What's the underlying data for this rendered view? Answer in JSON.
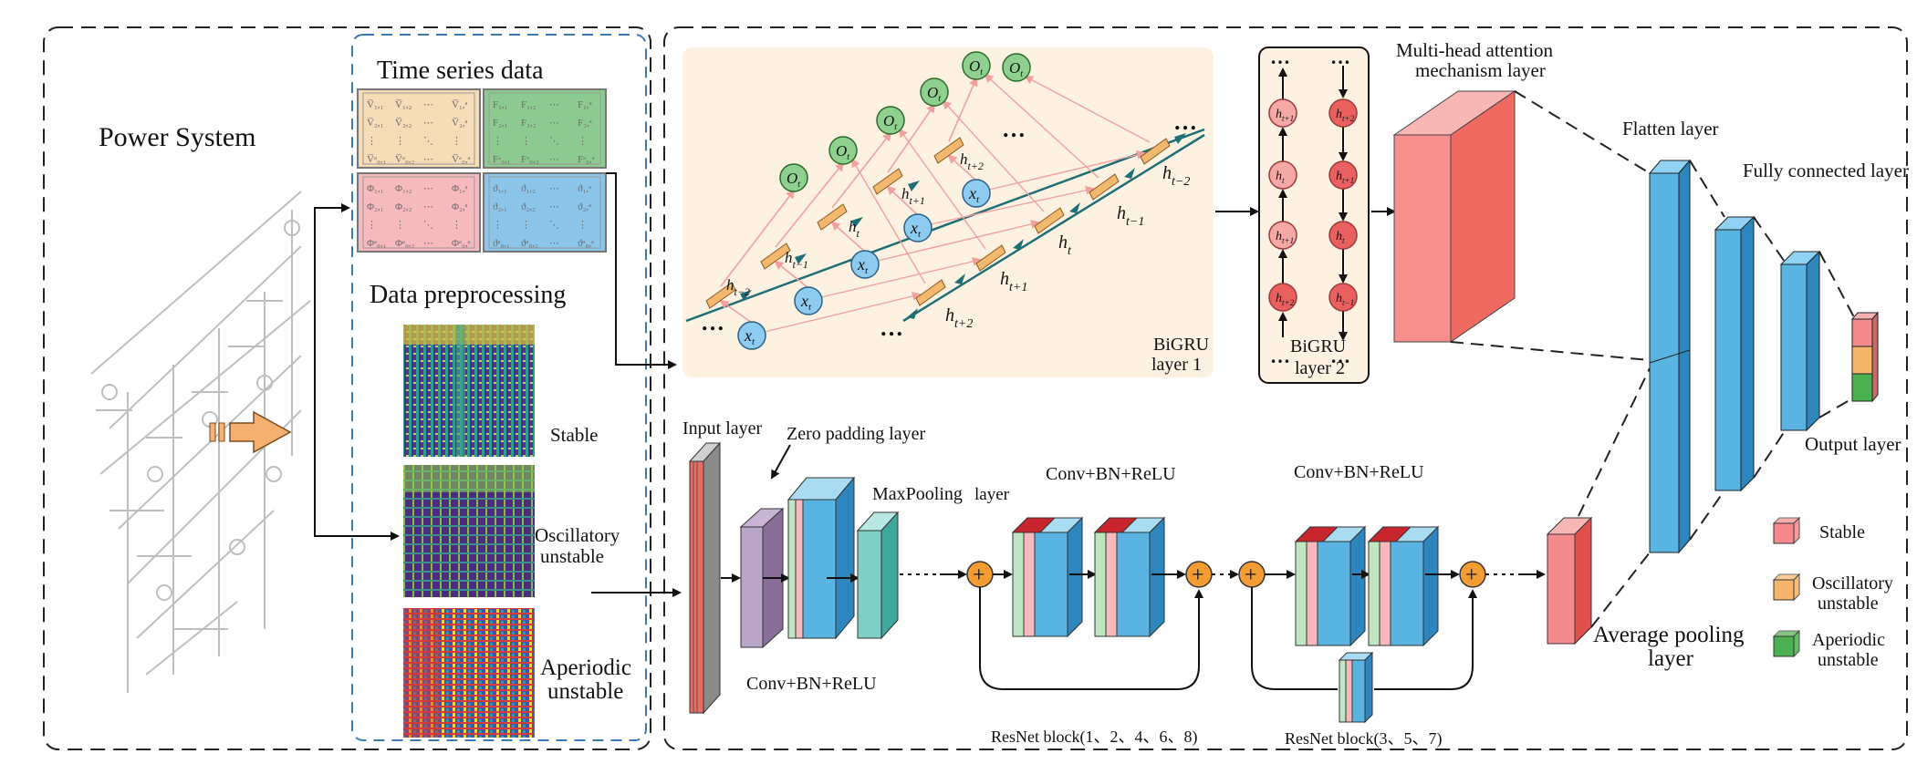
{
  "power_system": {
    "title": "Power System"
  },
  "time_series": {
    "title": "Time series data",
    "matrices": [
      {
        "id": "orange",
        "color": "#f6dcb7",
        "cells": [
          [
            "V̅₁,₁",
            "V̅₁,₂",
            "⋯",
            "V̅₁,ᵃ"
          ],
          [
            "V̅₂,₁",
            "V̅₂,₂",
            "⋯",
            "V̅₂,ᵃ"
          ],
          [
            "⋮",
            "⋮",
            "⋱",
            "⋮"
          ],
          [
            "V̅ᵃ₀,₁",
            "V̅ᵃ₀,₂",
            "⋯",
            "V̅ᵃ₀,ᵃ"
          ]
        ]
      },
      {
        "id": "green",
        "color": "#8dca8f",
        "cells": [
          [
            "F₁,₁",
            "F₁,₂",
            "⋯",
            "F₁,ᵃ"
          ],
          [
            "F₂,₁",
            "F₂,₂",
            "⋯",
            "F₂,ᵃ"
          ],
          [
            "⋮",
            "⋮",
            "⋱",
            "⋮"
          ],
          [
            "Fᵃ₀,₁",
            "Fᵃ₀,₂",
            "⋯",
            "Fᵃ₀,ᵃ"
          ]
        ]
      },
      {
        "id": "pink",
        "color": "#f6b9bd",
        "cells": [
          [
            "Φ₁,₁",
            "Φ₁,₂",
            "⋯",
            "Φ₁,ᵃ"
          ],
          [
            "Φ₂,₁",
            "Φ₂,₂",
            "⋯",
            "Φ₂,ᵃ"
          ],
          [
            "⋮",
            "⋮",
            "⋱",
            "⋮"
          ],
          [
            "Φᵃ₀,₁",
            "Φᵃ₀,₂",
            "⋯",
            "Φᵃ₀,ᵃ"
          ]
        ]
      },
      {
        "id": "blue",
        "color": "#8bc5ea",
        "cells": [
          [
            "ϑ₁,₁",
            "ϑ₁,₂",
            "⋯",
            "ϑ₁,ᵃ"
          ],
          [
            "ϑ₂,₁",
            "ϑ₂,₂",
            "⋯",
            "ϑ₂,ᵃ"
          ],
          [
            "⋮",
            "⋮",
            "⋱",
            "⋮"
          ],
          [
            "ϑᵃ₀,₁",
            "ϑᵃ₀,₂",
            "⋯",
            "ϑᵃ₀,ᵃ"
          ]
        ]
      }
    ]
  },
  "preprocessing": {
    "title": "Data preprocessing",
    "samples": [
      {
        "label": "Stable"
      },
      {
        "label_line1": "Oscillatory",
        "label_line2": "unstable"
      },
      {
        "label_line1": "Aperiodic",
        "label_line2": "unstable"
      }
    ]
  },
  "bigru1": {
    "label_line1": "BiGRU",
    "label_line2": "layer 1",
    "panel_color": "#fdf1e1",
    "outputs": [
      "O",
      "O",
      "O",
      "O",
      "O",
      "O"
    ],
    "output_sub": "t",
    "inputs": [
      "x",
      "x",
      "x",
      "x",
      "x"
    ],
    "input_sub": "t",
    "forward_labels": [
      {
        "main": "h",
        "sub": "t−2"
      },
      {
        "main": "h",
        "sub": "t−1"
      },
      {
        "main": "h",
        "sub": "t"
      },
      {
        "main": "h",
        "sub": "t+1"
      },
      {
        "main": "h",
        "sub": "t+2"
      }
    ],
    "backward_labels": [
      {
        "main": "h",
        "sub": "t−2"
      },
      {
        "main": "h",
        "sub": "t−1"
      },
      {
        "main": "h",
        "sub": "t"
      },
      {
        "main": "h",
        "sub": "t+1"
      },
      {
        "main": "h",
        "sub": "t+2"
      }
    ],
    "ellipsis": "…"
  },
  "bigru2": {
    "label_line1": "BiGRU",
    "label_line2": "layer 2",
    "ellipsis": "…",
    "left_nodes": [
      {
        "main": "h",
        "sub": "t+1"
      },
      {
        "main": "h",
        "sub": "t"
      },
      {
        "main": "h",
        "sub": "t+1"
      },
      {
        "main": "h",
        "sub": "t+2"
      }
    ],
    "right_nodes": [
      {
        "main": "h",
        "sub": "t+2"
      },
      {
        "main": "h",
        "sub": "t+1"
      },
      {
        "main": "h",
        "sub": "t"
      },
      {
        "main": "h",
        "sub": "t−1"
      }
    ]
  },
  "attention": {
    "label_line1": "Multi-head attention",
    "label_line2": "mechanism layer"
  },
  "flatten": {
    "label": "Flatten layer"
  },
  "fully_connected": {
    "label": "Fully connected layer"
  },
  "output_layer": {
    "label": "Output layer"
  },
  "legend": [
    {
      "label": "Stable",
      "color": "#f48a8c"
    },
    {
      "label_line1": "Oscillatory",
      "label_line2": "unstable",
      "color": "#f5b56a"
    },
    {
      "label_line1": "Aperiodic",
      "label_line2": "unstable",
      "color": "#4caf50"
    }
  ],
  "resnet": {
    "input_layer": "Input layer",
    "zero_padding": "Zero padding layer",
    "conv_bn_relu_bottom": "Conv+BN+ReLU",
    "maxpooling": "MaxPooling",
    "maxpooling_suffix": "layer",
    "conv_block1": "Conv+BN+ReLU",
    "conv_block2": "Conv+BN+ReLU",
    "block_a_caption": "ResNet block(1、2、4、6、8)",
    "block_b_caption": "ResNet block(3、5、7)",
    "average_pooling_line1": "Average pooling",
    "average_pooling_line2": "layer",
    "plus": "+"
  },
  "colors": {
    "blue": "#5ab4e2",
    "blue_dark": "#2d86be",
    "salmon": "#f07d79",
    "arrow_pink": "#f0a09f",
    "arrow_teal": "#1e6e76",
    "gru_cell": "#f1b86e",
    "add_node": "#f39c34",
    "dash": "#222222",
    "dash_blue": "#3a7bb5"
  }
}
